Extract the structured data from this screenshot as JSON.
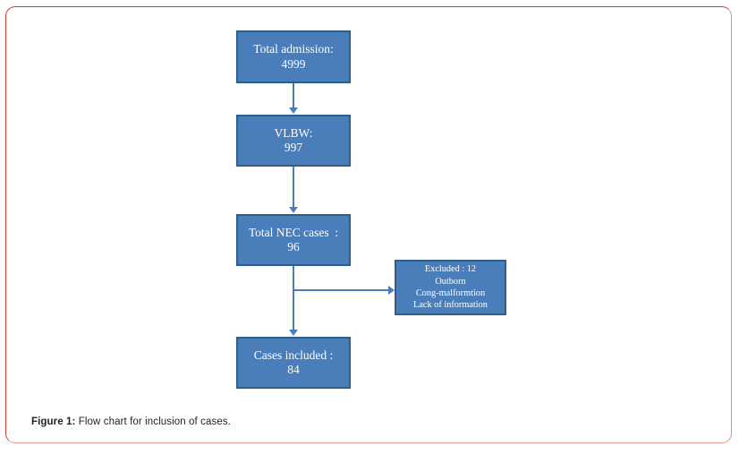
{
  "page": {
    "border_color": "#d8382c",
    "background": "#ffffff"
  },
  "figure": {
    "box_fill": "#4a7ebb",
    "box_border": "#2e5f8a",
    "connector_color": "#4a7ebb",
    "text_color": "#ffffff",
    "caption": {
      "label": "Figure 1:",
      "text": " Flow chart for inclusion of cases."
    },
    "nodes": [
      {
        "id": "total-admission",
        "lines": [
          "Total admission:",
          "4999"
        ],
        "line1": "Total admission:",
        "line2": "4999"
      },
      {
        "id": "vlbw",
        "lines": [
          "VLBW:",
          "997"
        ],
        "line1": "VLBW:",
        "line2": "997"
      },
      {
        "id": "total-nec",
        "lines": [
          "Total NEC cases  :",
          "96"
        ],
        "line1": "Total NEC cases  :",
        "line2": "96"
      },
      {
        "id": "excluded",
        "lines": [
          "Excluded : 12",
          "Outborn",
          "Cong-malformtion",
          "Lack of information"
        ],
        "line1": "Excluded : 12",
        "line2": "Outborn",
        "line3": "Cong-malformtion",
        "line4": "Lack of information"
      },
      {
        "id": "cases-included",
        "lines": [
          "Cases included :",
          "84"
        ],
        "line1": "Cases included :",
        "line2": "84"
      }
    ],
    "edges": [
      {
        "id": "admission-to-vlbw",
        "from": "total-admission",
        "to": "vlbw",
        "direction": "down"
      },
      {
        "id": "vlbw-to-nec",
        "from": "vlbw",
        "to": "total-nec",
        "direction": "down"
      },
      {
        "id": "nec-to-included",
        "from": "total-nec",
        "to": "cases-included",
        "direction": "down"
      },
      {
        "id": "nec-to-excluded",
        "from": "total-nec",
        "to": "excluded",
        "direction": "right"
      }
    ]
  },
  "chart_data": {
    "type": "diagram",
    "title": "Flow chart for inclusion of cases",
    "nodes": [
      {
        "label": "Total admission",
        "value": 4999
      },
      {
        "label": "VLBW",
        "value": 997
      },
      {
        "label": "Total NEC cases",
        "value": 96
      },
      {
        "label": "Excluded",
        "value": 12,
        "reasons": [
          "Outborn",
          "Cong-malformtion",
          "Lack of information"
        ]
      },
      {
        "label": "Cases included",
        "value": 84
      }
    ]
  }
}
